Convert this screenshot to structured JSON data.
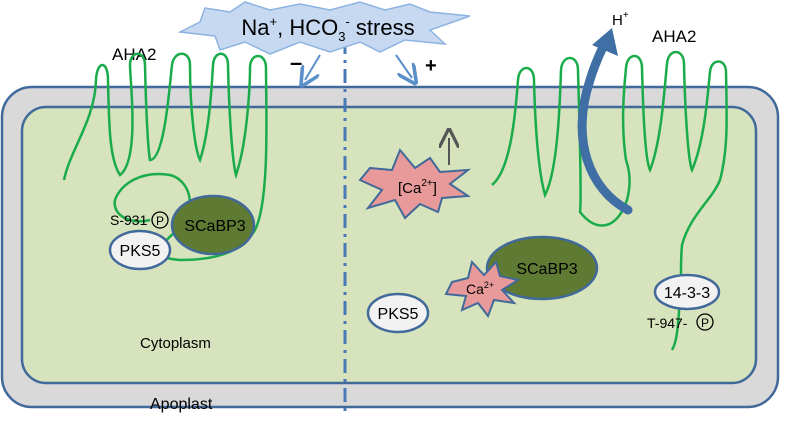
{
  "title": {
    "stress_main": "Na",
    "stress_na_sup": "+",
    "stress_mid": ", HCO",
    "stress_sub": "3",
    "stress_sup2": "-",
    "stress_end": " stress"
  },
  "left": {
    "sign": "–",
    "aha2_label": "AHA2",
    "phospho_site": "S-931",
    "phospho_mark": "P",
    "scabp3_label": "SCaBP3",
    "pks5_label": "PKS5",
    "cytoplasm_label": "Cytoplasm",
    "apoplast_label": "Apoplast"
  },
  "right": {
    "sign": "+",
    "proton_label": "H",
    "proton_sup": "+",
    "aha2_label": "AHA2",
    "ca_burst_label": "[Ca",
    "ca_burst_sup": "2+",
    "ca_burst_end": "]",
    "ca_small_label": "Ca",
    "ca_small_sup": "2+",
    "scabp3_label": "SCaBP3",
    "pks5_label": "PKS5",
    "p1433_label": "14-3-3",
    "phospho_site": "T-947-",
    "phospho_mark": "P"
  },
  "colors": {
    "membrane_outer": "#d9d9d9",
    "membrane_border": "#41699a",
    "cytoplasm": "#d6e3bc",
    "aha2_line": "#1aab4a",
    "scabp3_fill": "#5e7a33",
    "burst_fill": "#e89a9a",
    "stress_fill": "#c6d9f1",
    "proton_arrow": "#3f6fa4"
  }
}
